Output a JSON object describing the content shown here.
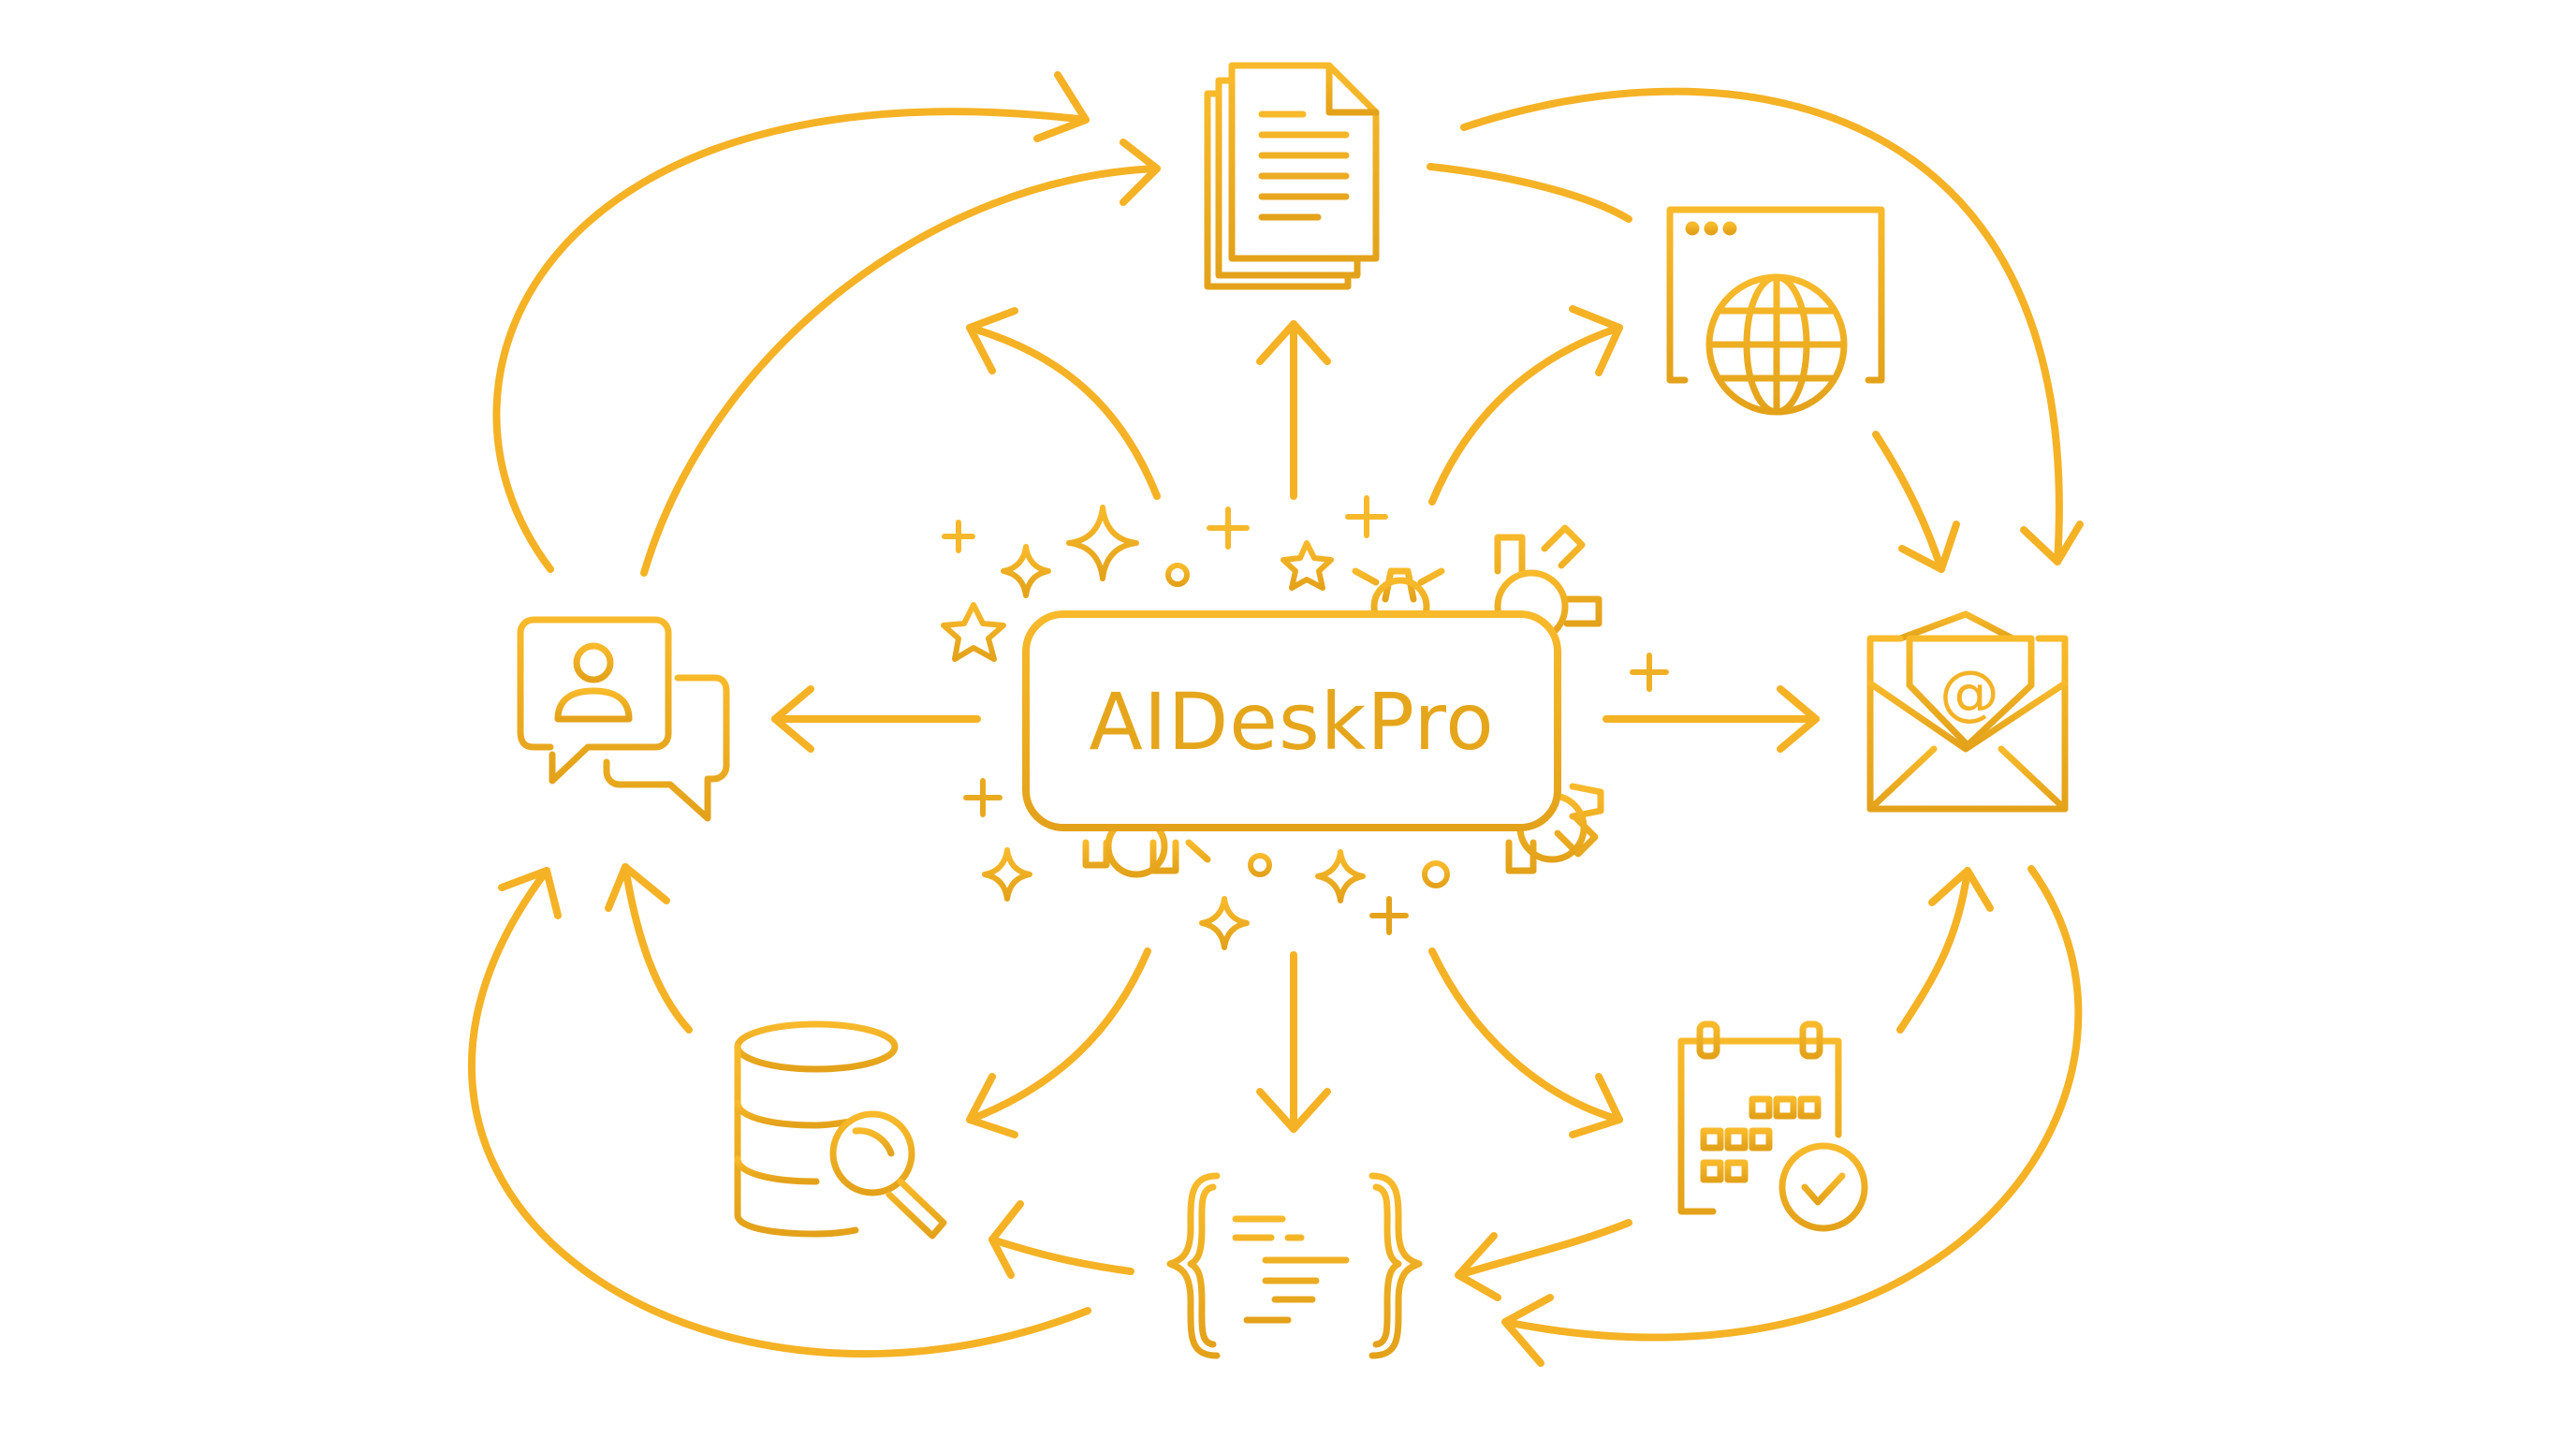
{
  "brand": {
    "name": "AIDeskPro"
  },
  "colors": {
    "primary": "#F5B225",
    "dark": "#E2A41A",
    "background": "#FFFFFF"
  },
  "nodes": [
    {
      "id": "documents",
      "icon": "document-stack-icon"
    },
    {
      "id": "web",
      "icon": "browser-globe-icon"
    },
    {
      "id": "email",
      "icon": "email-envelope-icon"
    },
    {
      "id": "calendar",
      "icon": "calendar-check-icon"
    },
    {
      "id": "code",
      "icon": "code-braces-icon"
    },
    {
      "id": "database",
      "icon": "database-search-icon"
    },
    {
      "id": "chat",
      "icon": "chat-user-icon"
    }
  ],
  "center_decorations": [
    "gear-icon",
    "sparkle-icon",
    "star-icon"
  ],
  "email_symbol": "@"
}
